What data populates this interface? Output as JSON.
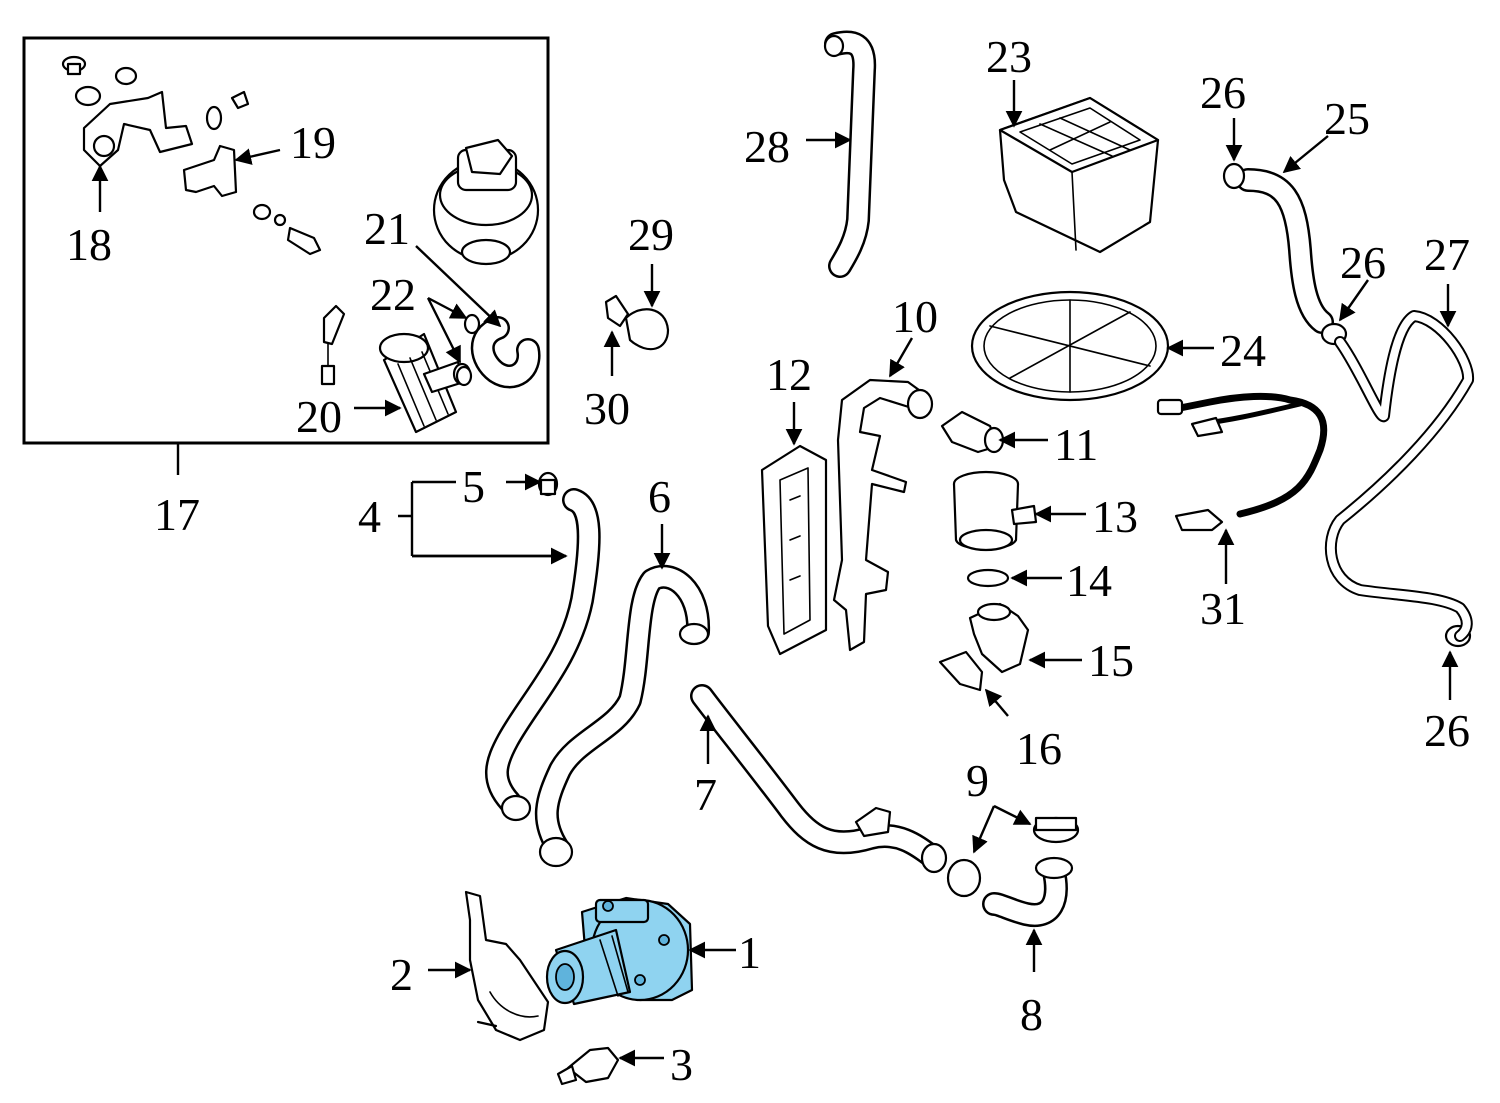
{
  "diagram": {
    "highlight_color": "#8fd3f0",
    "callouts": [
      {
        "id": "1",
        "text": "1"
      },
      {
        "id": "2",
        "text": "2"
      },
      {
        "id": "3",
        "text": "3"
      },
      {
        "id": "4",
        "text": "4"
      },
      {
        "id": "5",
        "text": "5"
      },
      {
        "id": "6",
        "text": "6"
      },
      {
        "id": "7",
        "text": "7"
      },
      {
        "id": "8",
        "text": "8"
      },
      {
        "id": "9",
        "text": "9"
      },
      {
        "id": "10",
        "text": "10"
      },
      {
        "id": "11",
        "text": "11"
      },
      {
        "id": "12",
        "text": "12"
      },
      {
        "id": "13",
        "text": "13"
      },
      {
        "id": "14",
        "text": "14"
      },
      {
        "id": "15",
        "text": "15"
      },
      {
        "id": "16",
        "text": "16"
      },
      {
        "id": "17",
        "text": "17"
      },
      {
        "id": "18",
        "text": "18"
      },
      {
        "id": "19",
        "text": "19"
      },
      {
        "id": "20",
        "text": "20"
      },
      {
        "id": "21",
        "text": "21"
      },
      {
        "id": "22",
        "text": "22"
      },
      {
        "id": "23",
        "text": "23"
      },
      {
        "id": "24",
        "text": "24"
      },
      {
        "id": "25",
        "text": "25"
      },
      {
        "id": "26a",
        "text": "26"
      },
      {
        "id": "26b",
        "text": "26"
      },
      {
        "id": "26c",
        "text": "26"
      },
      {
        "id": "27",
        "text": "27"
      },
      {
        "id": "28",
        "text": "28"
      },
      {
        "id": "29",
        "text": "29"
      },
      {
        "id": "30",
        "text": "30"
      },
      {
        "id": "31",
        "text": "31"
      }
    ]
  }
}
